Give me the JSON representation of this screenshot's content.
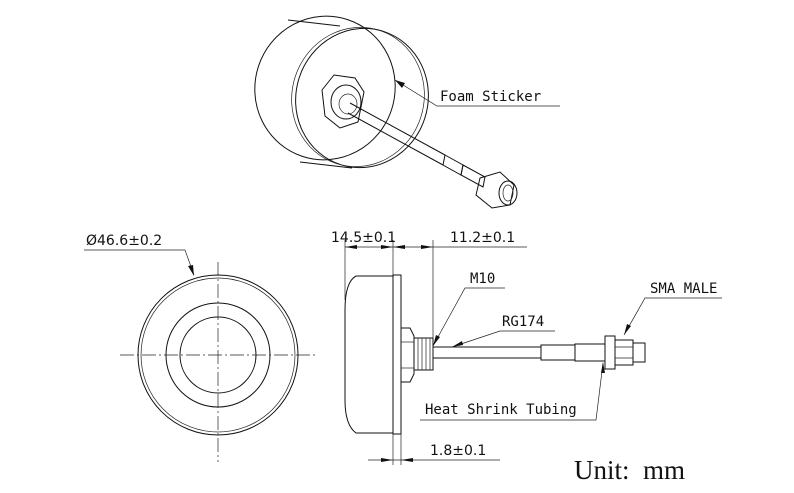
{
  "labels": {
    "foam_sticker": "Foam Sticker",
    "diameter": "Ø46.6±0.2",
    "depth": "14.5±0.1",
    "thread_length": "11.2±0.1",
    "thread": "M10",
    "cable": "RG174",
    "connector": "SMA MALE",
    "heat_shrink": "Heat Shrink Tubing",
    "plate_thickness": "1.8±0.1",
    "unit": "Unit:  mm"
  }
}
